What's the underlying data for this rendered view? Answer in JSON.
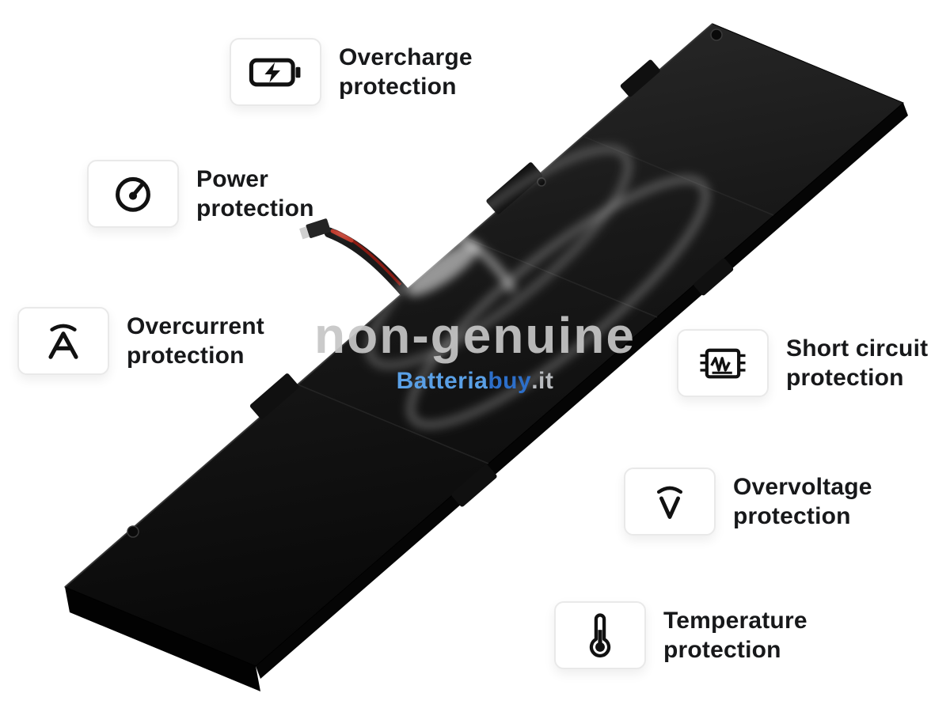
{
  "watermark": {
    "title": "non-genuine",
    "brand": {
      "part1": "Batteria",
      "part2": "buy",
      "part3": ".it"
    }
  },
  "callouts": [
    {
      "name": "overcharge-protection",
      "icon": "battery-charging-icon",
      "line1": "Overcharge",
      "line2": "protection"
    },
    {
      "name": "power-protection",
      "icon": "gauge-icon",
      "line1": "Power",
      "line2": "protection"
    },
    {
      "name": "overcurrent-protection",
      "icon": "ampere-arc-icon",
      "line1": "Overcurrent",
      "line2": "protection"
    },
    {
      "name": "short-circuit-protection",
      "icon": "circuit-chip-icon",
      "line1": "Short circuit",
      "line2": "protection"
    },
    {
      "name": "overvoltage-protection",
      "icon": "volt-arc-icon",
      "line1": "Overvoltage",
      "line2": "protection"
    },
    {
      "name": "temperature-protection",
      "icon": "thermometer-icon",
      "line1": "Temperature",
      "line2": "protection"
    }
  ],
  "colors": {
    "text": "#17181a",
    "watermark_gray": "#c6c6c6",
    "brand_blue_light": "#5aa0e6",
    "brand_blue_dark": "#2d6fc9",
    "battery_dark": "#111111"
  }
}
